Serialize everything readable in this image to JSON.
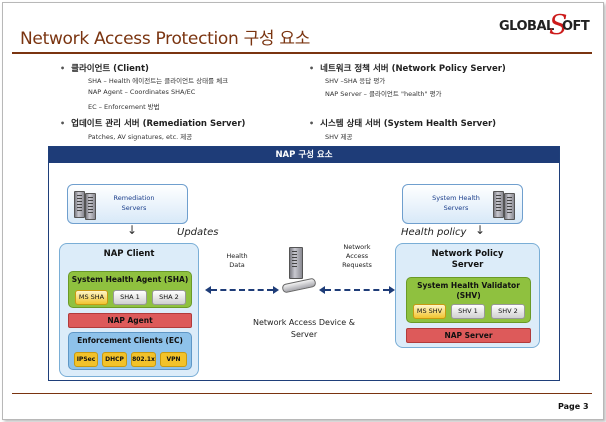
{
  "title": "Network Access Protection 구성 요소",
  "logo": {
    "part1": "GLOBAL",
    "s": "S",
    "part2": "OFT"
  },
  "left_col": {
    "b1": {
      "title": "클라이언트 (Client)",
      "subs": [
        "SHA – Health 에이전트는 클라이언트 상태를 체크",
        "NAP Agent – Coordinates SHA/EC",
        "EC – Enforcement 방법"
      ]
    },
    "b2": {
      "title": "업데이트 관리 서버 (Remediation Server)",
      "subs": [
        "Patches, AV signatures, etc. 제공"
      ]
    }
  },
  "right_col": {
    "b1": {
      "title": "네트워크 정책 서버 (Network Policy Server)",
      "subs": [
        "SHV –SHA 응답 평가",
        "NAP Server – 클라이언트 \"health\" 평가"
      ]
    },
    "b2": {
      "title": "시스템 상태 서버 (System Health Server)",
      "subs": [
        "SHV 제공"
      ]
    }
  },
  "diagram": {
    "header": "NAP 구성 요소",
    "remediation": {
      "line1": "Remediation",
      "line2": "Servers"
    },
    "system_health": {
      "line1": "System Health",
      "line2": "Servers"
    },
    "updates": "Updates",
    "health_policy": "Health policy",
    "health_data": {
      "line1": "Health",
      "line2": "Data"
    },
    "access_requests": {
      "line1": "Network",
      "line2": "Access",
      "line3": "Requests"
    },
    "device": {
      "line1": "Network Access Device &",
      "line2": "Server"
    },
    "client": {
      "title": "NAP Client",
      "sha_title": "System Health Agent (SHA)",
      "sha_chips": [
        "MS SHA",
        "SHA 1",
        "SHA 2"
      ],
      "agent": "NAP Agent",
      "ec_title": "Enforcement Clients (EC)",
      "ec_chips": [
        "IPSec",
        "DHCP",
        "802.1x",
        "VPN"
      ]
    },
    "nps": {
      "title_line1": "Network Policy",
      "title_line2": "Server",
      "shv_title_line1": "System Health Validator",
      "shv_title_line2": "(SHV)",
      "shv_chips": [
        "MS SHV",
        "SHV 1",
        "SHV 2"
      ],
      "server": "NAP Server"
    }
  },
  "page": "Page 3"
}
